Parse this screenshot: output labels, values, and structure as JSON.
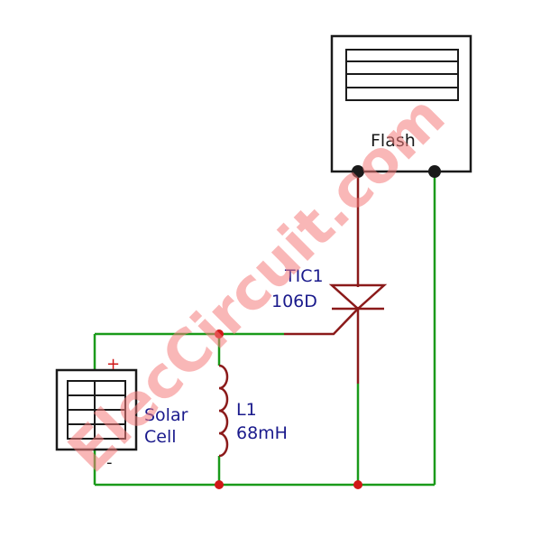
{
  "components": {
    "flash": {
      "label": "Flash"
    },
    "scr": {
      "name": "TIC1",
      "part": "106D"
    },
    "solar": {
      "line1": "Solar",
      "line2": "Cell",
      "plus": "+",
      "minus": "-"
    },
    "inductor": {
      "name": "L1",
      "value": "68mH"
    }
  },
  "watermark": "ElecCircuit.com",
  "colors": {
    "wire_green": "#1a9a1a",
    "wire_red": "#8b1a1a",
    "node_red": "#d01818",
    "label_blue": "#1a1a8c",
    "watermark": "#f47c7c"
  }
}
